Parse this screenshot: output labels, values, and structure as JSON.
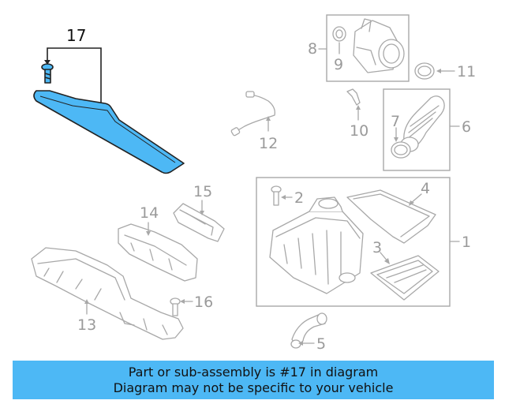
{
  "callouts": {
    "c1": "1",
    "c2": "2",
    "c3": "3",
    "c4": "4",
    "c5": "5",
    "c6": "6",
    "c7": "7",
    "c8": "8",
    "c9": "9",
    "c10": "10",
    "c11": "11",
    "c12": "12",
    "c13": "13",
    "c14": "14",
    "c15": "15",
    "c16": "16",
    "c17": "17"
  },
  "highlighted_part": "17",
  "colors": {
    "highlight": "#4db8f5",
    "outline": "#a8a8a8"
  },
  "banner": {
    "line1": "Part or sub-assembly is #17 in diagram",
    "line2": "Diagram may not be specific to your vehicle"
  }
}
